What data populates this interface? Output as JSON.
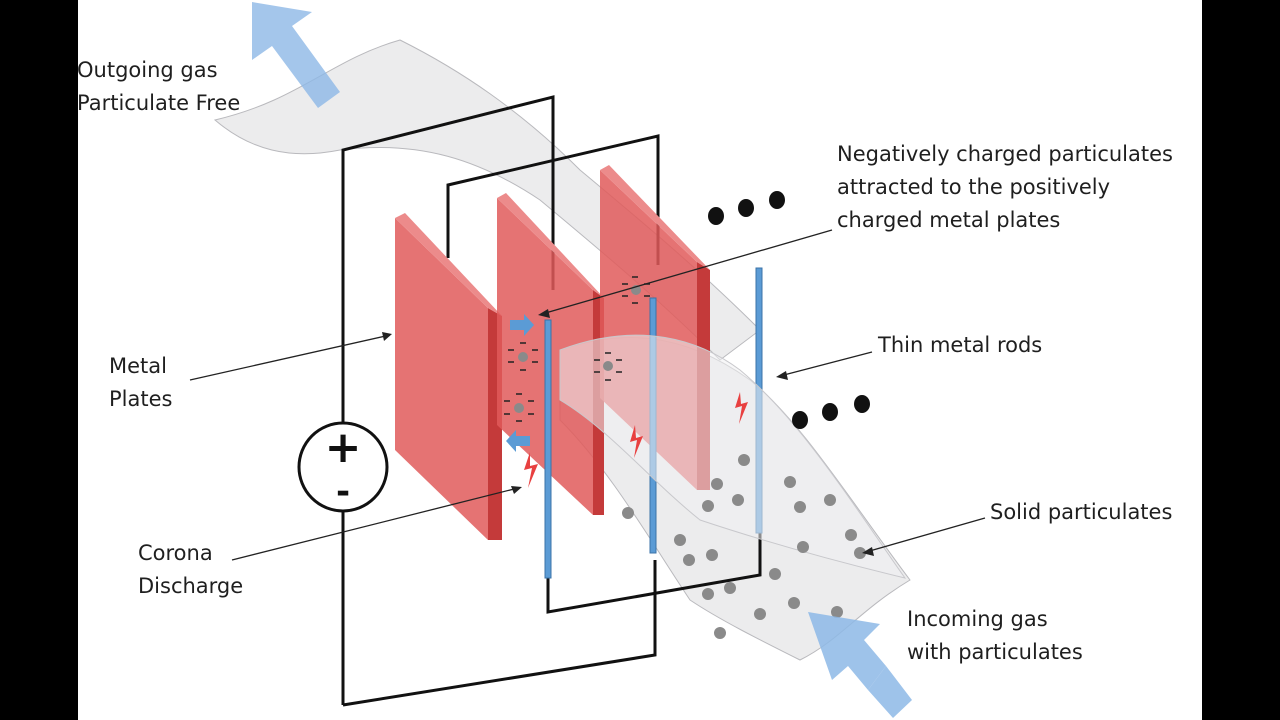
{
  "labels": {
    "outgoing_gas": [
      "Outgoing gas",
      "Particulate Free"
    ],
    "negatively_charged": [
      "Negatively charged particulates",
      "attracted to the positively",
      "charged metal plates"
    ],
    "thin_metal_rods": [
      "Thin metal rods"
    ],
    "metal_plates": [
      "Metal",
      "Plates"
    ],
    "solid_particulates": [
      "Solid particulates"
    ],
    "corona_discharge": [
      "Corona",
      "Discharge"
    ],
    "incoming_gas": [
      "Incoming gas",
      "with particulates"
    ]
  },
  "power_source": {
    "positive": "+",
    "negative": "-"
  },
  "colors": {
    "plate": "#e05a5a",
    "plate_edge": "#c43a3a",
    "rod": "#5b9bd5",
    "gas_flow": "#e8e8ea",
    "arrow": "#8db8e6",
    "particle": "#8a8a8a",
    "wire": "#111111"
  }
}
